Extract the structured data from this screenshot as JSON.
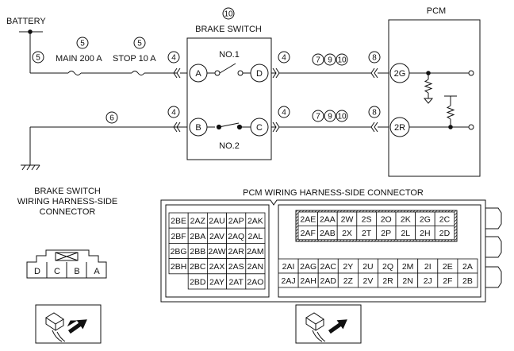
{
  "schematic": {
    "battery_label": "BATTERY",
    "switch_title_num": "10",
    "switch_title": "BRAKE SWITCH",
    "pcm_title": "PCM",
    "upper_circuit": {
      "battery_wire_num": "5",
      "fuse_main_num": "5",
      "fuse_main": "MAIN 200 A",
      "fuse_stop_num": "5",
      "fuse_stop": "STOP 10 A",
      "conn_left_num": "4",
      "pin_in": "A",
      "contact": "NO.1",
      "pin_out": "D",
      "conn_right_num": "4",
      "route_nums": [
        "7",
        "9",
        "10"
      ],
      "pcm_conn_num": "8",
      "pcm_pin": "2G"
    },
    "lower_circuit": {
      "ground_wire_num": "6",
      "conn_left_num": "4",
      "pin_in": "B",
      "contact": "NO.2",
      "pin_out": "C",
      "conn_right_num": "4",
      "route_nums": [
        "7",
        "9",
        "10"
      ],
      "pcm_conn_num": "8",
      "pcm_pin": "2R"
    }
  },
  "switch_connector": {
    "title_lines": [
      "BRAKE SWITCH",
      "WIRING HARNESS-SIDE",
      "CONNECTOR"
    ],
    "pins": [
      "D",
      "C",
      "B",
      "A"
    ]
  },
  "pcm_connector": {
    "title": "PCM WIRING HARNESS-SIDE CONNECTOR",
    "left_rows": [
      [
        "2BE",
        "2AZ",
        "2AU",
        "2AP",
        "2AK"
      ],
      [
        "2BF",
        "2BA",
        "2AV",
        "2AQ",
        "2AL"
      ],
      [
        "2BG",
        "2BB",
        "2AW",
        "2AR",
        "2AM"
      ],
      [
        "2BH",
        "2BC",
        "2AX",
        "2AS",
        "2AN"
      ],
      [
        "",
        "2BD",
        "2AY",
        "2AT",
        "2AO"
      ]
    ],
    "right_top_rows": [
      [
        "2AE",
        "2AA",
        "2W",
        "2S",
        "2O",
        "2K",
        "2G",
        "2C"
      ],
      [
        "2AF",
        "2AB",
        "2X",
        "2T",
        "2P",
        "2L",
        "2H",
        "2D"
      ]
    ],
    "right_bottom_rows": [
      [
        "2AI",
        "2AG",
        "2AC",
        "2Y",
        "2U",
        "2Q",
        "2M",
        "2I",
        "2E",
        "2A"
      ],
      [
        "2AJ",
        "2AH",
        "2AD",
        "2Z",
        "2V",
        "2R",
        "2N",
        "2J",
        "2F",
        "2B"
      ]
    ]
  }
}
